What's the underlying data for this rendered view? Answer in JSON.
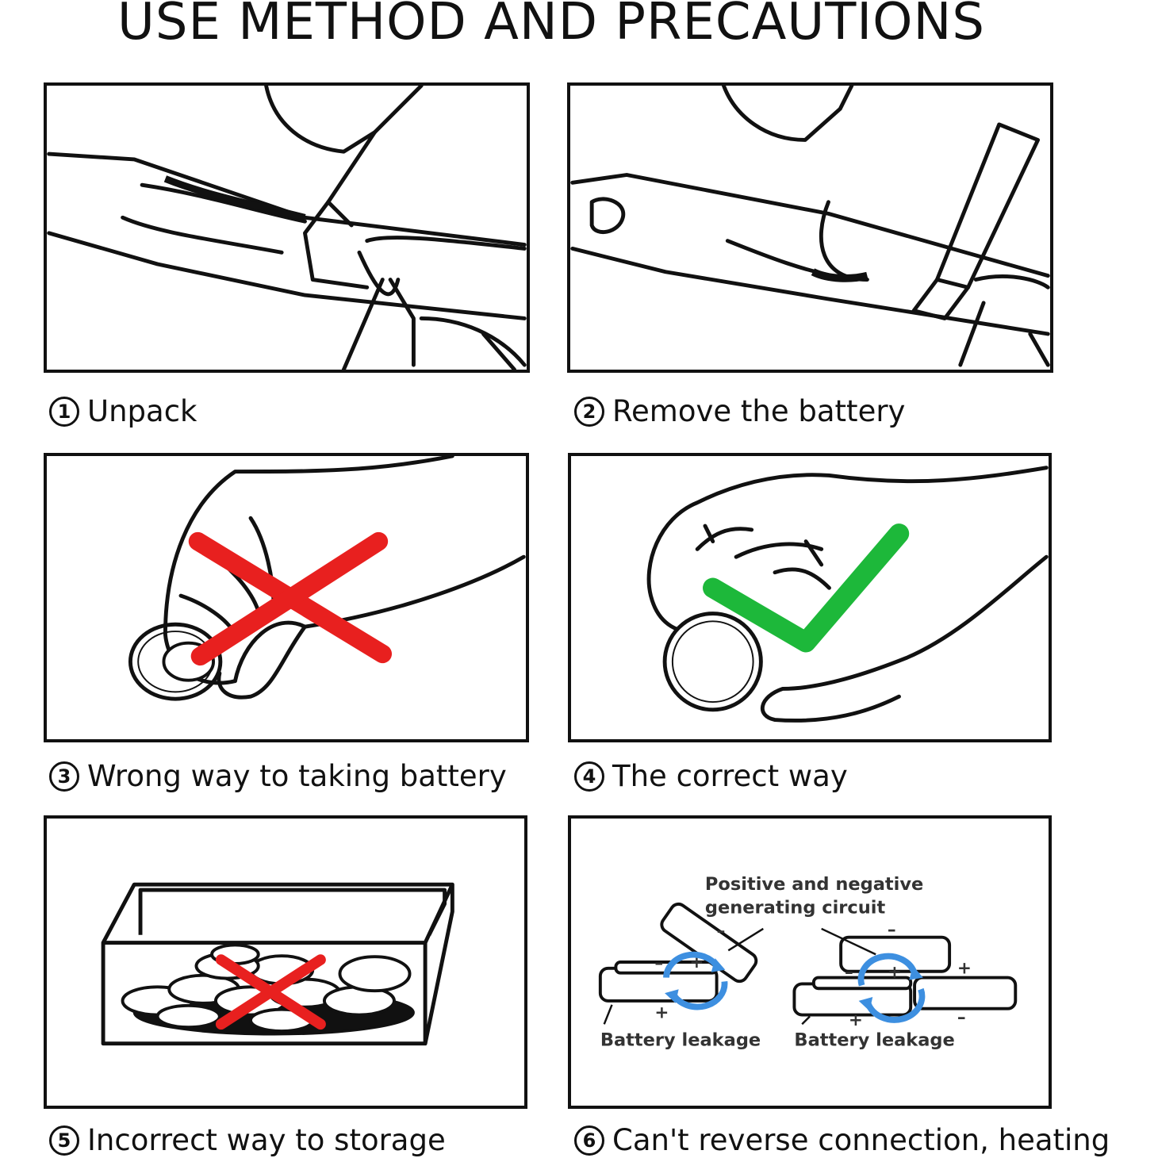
{
  "title": "USE METHOD AND PRECAUTIONS",
  "steps": [
    {
      "num": "1",
      "label": "Unpack"
    },
    {
      "num": "2",
      "label": "Remove the battery"
    },
    {
      "num": "3",
      "label": "Wrong way to taking battery"
    },
    {
      "num": "4",
      "label": "The correct way"
    },
    {
      "num": "5",
      "label": "Incorrect way to storage"
    },
    {
      "num": "6",
      "label": "Can't reverse connection, heating"
    }
  ],
  "diagram6": {
    "label_line1": "Positive and negative",
    "label_line2": "generating circuit",
    "leak_left": "Battery leakage",
    "leak_right": "Battery leakage",
    "plus": "+",
    "minus": "–"
  },
  "colors": {
    "wrong_mark": "#e8201f",
    "correct_mark": "#1db83a",
    "circuit_arrows": "#3d8fe0"
  },
  "icons": {
    "wrong": "red-x-icon",
    "correct": "green-check-icon",
    "circuit": "circular-arrows-icon"
  }
}
